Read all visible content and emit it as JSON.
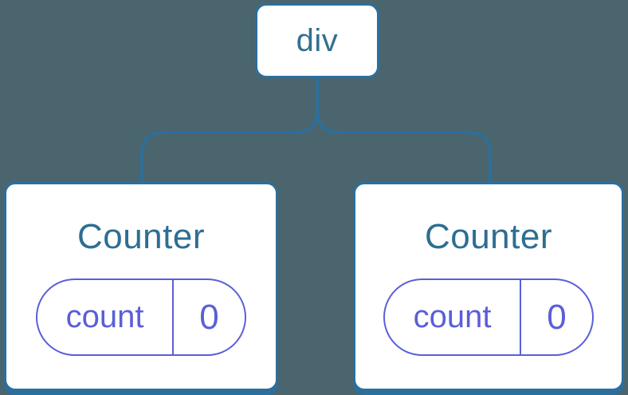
{
  "diagram": {
    "root": {
      "label": "div"
    },
    "children": [
      {
        "title": "Counter",
        "state": {
          "key": "count",
          "value": "0"
        }
      },
      {
        "title": "Counter",
        "state": {
          "key": "count",
          "value": "0"
        }
      }
    ]
  },
  "colors": {
    "background": "#4A656E",
    "card_background": "#FFFFFF",
    "tree_line_blue": "#2B6F9E",
    "root_label_blue": "#35708F",
    "component_label_blue": "#2D6E93",
    "state_purple": "#5A5FD8"
  }
}
